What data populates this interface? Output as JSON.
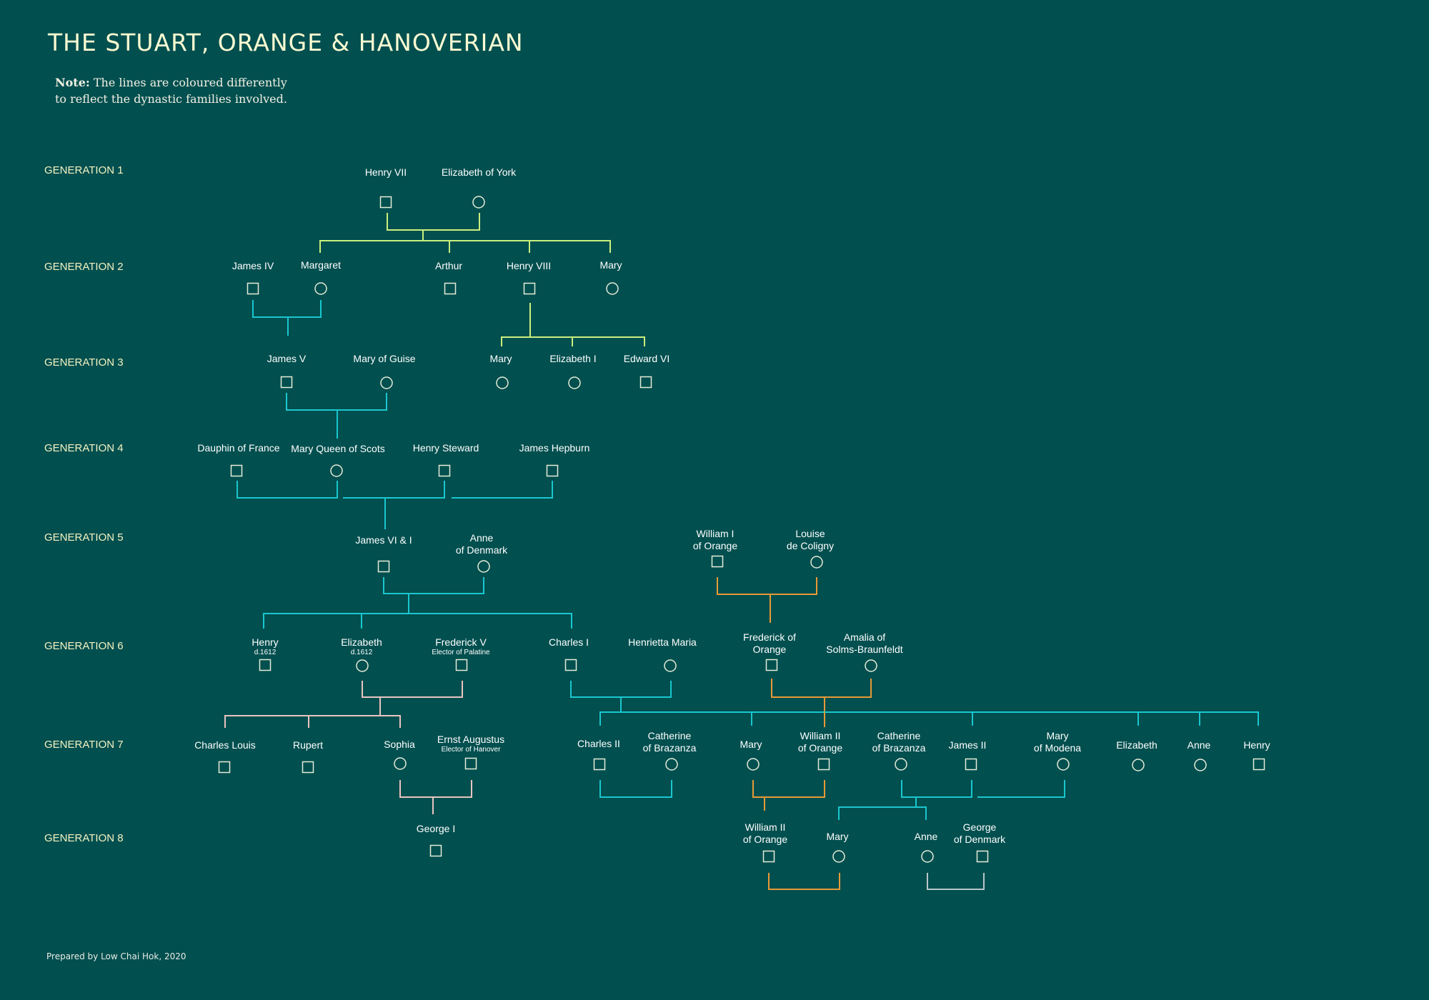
{
  "title": "THE STUART, ORANGE & HANOVERIAN",
  "note": {
    "label": "Note:",
    "text_line1": "The lines are coloured differently",
    "text_line2": "to reflect the dynastic families involved."
  },
  "footer": "Prepared by Low Chai Hok, 2020",
  "colors": {
    "background": "#024f4f",
    "tudor_line": "#c9f07c",
    "stuart_line": "#19c7cf",
    "orange_line": "#e79a36",
    "hanover_line": "#e9c5c1",
    "denmark_line": "#b9c7c9",
    "symbol": "#e5ecd8",
    "label_text": "#ffffff",
    "generation_text": "#f4f3c2"
  },
  "generations": [
    {
      "label": "GENERATION 1"
    },
    {
      "label": "GENERATION 2"
    },
    {
      "label": "GENERATION 3"
    },
    {
      "label": "GENERATION 4"
    },
    {
      "label": "GENERATION 5"
    },
    {
      "label": "GENERATION 6"
    },
    {
      "label": "GENERATION 7"
    },
    {
      "label": "GENERATION 8"
    }
  ],
  "people": [
    {
      "id": "henry7",
      "lines": [
        "Henry VII"
      ],
      "sex": "male"
    },
    {
      "id": "elizabeth_york",
      "lines": [
        "Elizabeth of York"
      ],
      "sex": "female"
    },
    {
      "id": "james4",
      "lines": [
        "James IV"
      ],
      "sex": "male"
    },
    {
      "id": "margaret",
      "lines": [
        "Margaret"
      ],
      "sex": "female"
    },
    {
      "id": "arthur",
      "lines": [
        "Arthur"
      ],
      "sex": "male"
    },
    {
      "id": "henry8",
      "lines": [
        "Henry VIII"
      ],
      "sex": "male"
    },
    {
      "id": "mary_tudor",
      "lines": [
        "Mary"
      ],
      "sex": "female"
    },
    {
      "id": "james5",
      "lines": [
        "James V"
      ],
      "sex": "male"
    },
    {
      "id": "mary_guise",
      "lines": [
        "Mary of Guise"
      ],
      "sex": "female"
    },
    {
      "id": "mary1",
      "lines": [
        "Mary"
      ],
      "sex": "female"
    },
    {
      "id": "elizabeth1",
      "lines": [
        "Elizabeth I"
      ],
      "sex": "female"
    },
    {
      "id": "edward6",
      "lines": [
        "Edward VI"
      ],
      "sex": "male"
    },
    {
      "id": "dauphin",
      "lines": [
        "Dauphin of France"
      ],
      "sex": "male"
    },
    {
      "id": "mqs",
      "lines": [
        "Mary Queen of Scots"
      ],
      "sex": "female"
    },
    {
      "id": "henry_steward",
      "lines": [
        "Henry Steward"
      ],
      "sex": "male"
    },
    {
      "id": "james_hepburn",
      "lines": [
        "James Hepburn"
      ],
      "sex": "male"
    },
    {
      "id": "james6",
      "lines": [
        "James VI & I"
      ],
      "sex": "male"
    },
    {
      "id": "anne_denmark",
      "lines": [
        "Anne",
        "of Denmark"
      ],
      "sex": "female"
    },
    {
      "id": "william1_orange",
      "lines": [
        "William I",
        "of Orange"
      ],
      "sex": "male"
    },
    {
      "id": "louise_coligny",
      "lines": [
        "Louise",
        "de Coligny"
      ],
      "sex": "female"
    },
    {
      "id": "henry_d1612",
      "lines": [
        "Henry"
      ],
      "sub": "d.1612",
      "sex": "male"
    },
    {
      "id": "elizabeth_d1612",
      "lines": [
        "Elizabeth"
      ],
      "sub": "d.1612",
      "sex": "female"
    },
    {
      "id": "frederick5",
      "lines": [
        "Frederick V"
      ],
      "sub": "Elector of Palatine",
      "sex": "male"
    },
    {
      "id": "charles1",
      "lines": [
        "Charles I"
      ],
      "sex": "male"
    },
    {
      "id": "henrietta_maria",
      "lines": [
        "Henrietta Maria"
      ],
      "sex": "female"
    },
    {
      "id": "frederick_orange",
      "lines": [
        "Frederick of",
        "Orange"
      ],
      "sex": "male"
    },
    {
      "id": "amalia",
      "lines": [
        "Amalia of",
        "Solms-Braunfeldt"
      ],
      "sex": "female"
    },
    {
      "id": "charles_louis",
      "lines": [
        "Charles Louis"
      ],
      "sex": "male"
    },
    {
      "id": "rupert",
      "lines": [
        "Rupert"
      ],
      "sex": "male"
    },
    {
      "id": "sophia",
      "lines": [
        "Sophia"
      ],
      "sex": "female"
    },
    {
      "id": "ernst_augustus",
      "lines": [
        "Ernst Augustus"
      ],
      "sub": "Elector of Hanover",
      "sex": "male"
    },
    {
      "id": "charles2",
      "lines": [
        "Charles II"
      ],
      "sex": "male"
    },
    {
      "id": "catherine_braganza_a",
      "lines": [
        "Catherine",
        "of Brazanza"
      ],
      "sex": "female"
    },
    {
      "id": "mary_g7",
      "lines": [
        "Mary"
      ],
      "sex": "female"
    },
    {
      "id": "william2_orange_g7",
      "lines": [
        "William II",
        "of Orange"
      ],
      "sex": "male"
    },
    {
      "id": "catherine_braganza_b",
      "lines": [
        "Catherine",
        "of Brazanza"
      ],
      "sex": "female"
    },
    {
      "id": "james2",
      "lines": [
        "James II"
      ],
      "sex": "male"
    },
    {
      "id": "mary_modena",
      "lines": [
        "Mary",
        "of Modena"
      ],
      "sex": "female"
    },
    {
      "id": "elizabeth_g7",
      "lines": [
        "Elizabeth"
      ],
      "sex": "female"
    },
    {
      "id": "anne_g7",
      "lines": [
        "Anne"
      ],
      "sex": "female"
    },
    {
      "id": "henry_g7",
      "lines": [
        "Henry"
      ],
      "sex": "male"
    },
    {
      "id": "george1",
      "lines": [
        "George I"
      ],
      "sex": "male"
    },
    {
      "id": "william2_orange_g8",
      "lines": [
        "William II",
        "of Orange"
      ],
      "sex": "male"
    },
    {
      "id": "mary_g8",
      "lines": [
        "Mary"
      ],
      "sex": "female"
    },
    {
      "id": "anne_g8",
      "lines": [
        "Anne"
      ],
      "sex": "female"
    },
    {
      "id": "george_denmark",
      "lines": [
        "George",
        "of Denmark"
      ],
      "sex": "male"
    }
  ],
  "connectors": [
    {
      "id": "henry7-elizabeth",
      "family": "tudor"
    },
    {
      "id": "tudor-children",
      "family": "tudor"
    },
    {
      "id": "james4-margaret",
      "family": "stuart"
    },
    {
      "id": "henry8-children",
      "family": "tudor"
    },
    {
      "id": "james5-guise",
      "family": "stuart"
    },
    {
      "id": "mqs-marriages",
      "family": "stuart"
    },
    {
      "id": "hepburn-marriage",
      "family": "stuart"
    },
    {
      "id": "james6-anne",
      "family": "stuart"
    },
    {
      "id": "james6-children",
      "family": "stuart"
    },
    {
      "id": "william1-louise",
      "family": "orange"
    },
    {
      "id": "frederick-amalia",
      "family": "orange"
    },
    {
      "id": "elizabeth-frederick",
      "family": "hanover"
    },
    {
      "id": "palatine-children",
      "family": "hanover"
    },
    {
      "id": "charles1-henrietta",
      "family": "stuart"
    },
    {
      "id": "charles1-children",
      "family": "stuart"
    },
    {
      "id": "orange-descent",
      "family": "orange"
    },
    {
      "id": "sophia-ernst",
      "family": "hanover"
    },
    {
      "id": "charles2-catherine",
      "family": "stuart"
    },
    {
      "id": "mary-william2",
      "family": "orange"
    },
    {
      "id": "james2-marriages",
      "family": "stuart"
    },
    {
      "id": "james2-children",
      "family": "stuart"
    },
    {
      "id": "william-mary-g8",
      "family": "orange"
    },
    {
      "id": "anne-george",
      "family": "denmark"
    }
  ]
}
